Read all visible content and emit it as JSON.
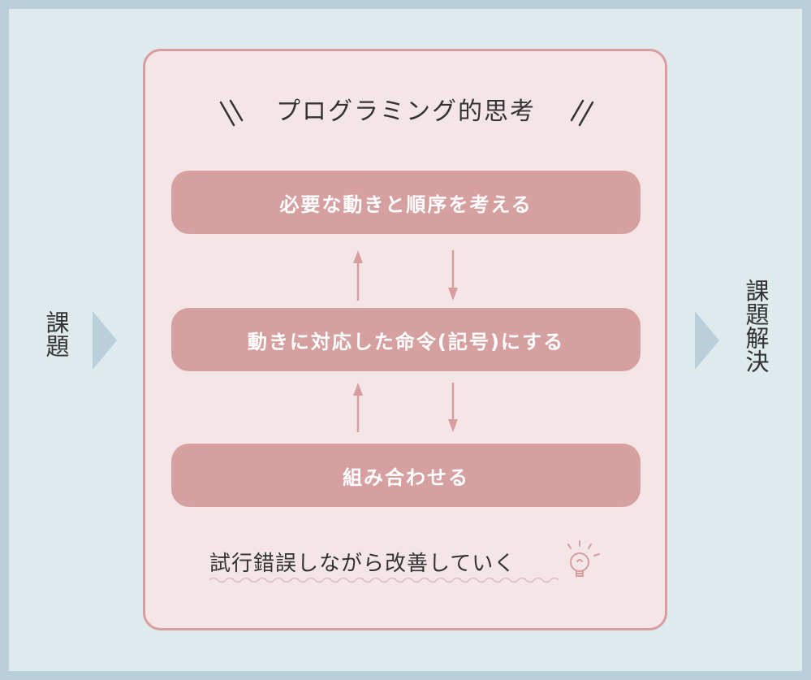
{
  "left_label": "課題",
  "right_label": "課題解決",
  "panel": {
    "title": "プログラミング的思考",
    "steps": [
      "必要な動きと順序を考える",
      "動きに対応した命令(記号)にする",
      "組み合わせる"
    ],
    "footer": "試行錯誤しながら改善していく"
  },
  "colors": {
    "frame_bg": "#dfeaed",
    "frame_border": "#b9d0dc",
    "panel_bg": "#f4e6e6",
    "panel_border": "#d99da0",
    "step_fill": "#d6a0a0",
    "arrow": "#d99da0",
    "chevron": "#b9d0dc"
  },
  "icons": [
    "chevron-right-icon",
    "arrow-up-icon",
    "arrow-down-icon",
    "lightbulb-icon"
  ]
}
